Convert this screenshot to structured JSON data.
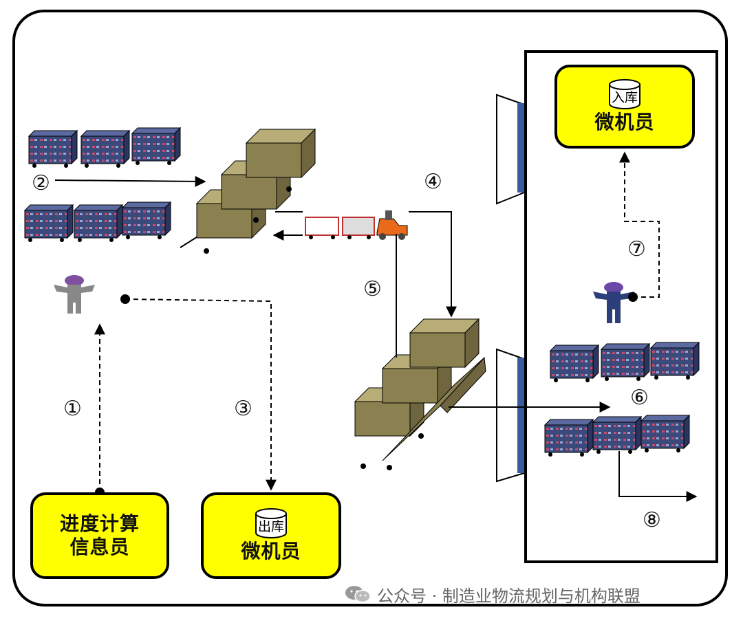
{
  "roles": {
    "schedule_clerk": [
      "进度计算",
      "信息员"
    ],
    "outbound_pc": {
      "tag": "出库",
      "label": "微机员"
    },
    "inbound_pc": {
      "tag": "入库",
      "label": "微机员"
    }
  },
  "steps": [
    "①",
    "②",
    "③",
    "④",
    "⑤",
    "⑥",
    "⑦",
    "⑧"
  ],
  "footer": {
    "text": "公众号 · 制造业物流规划与机构联盟"
  },
  "colors": {
    "box_fill": "#ffff00",
    "cart": "#3b4a7a",
    "crate": "#8a8050",
    "forklift": "#e86a1a"
  }
}
